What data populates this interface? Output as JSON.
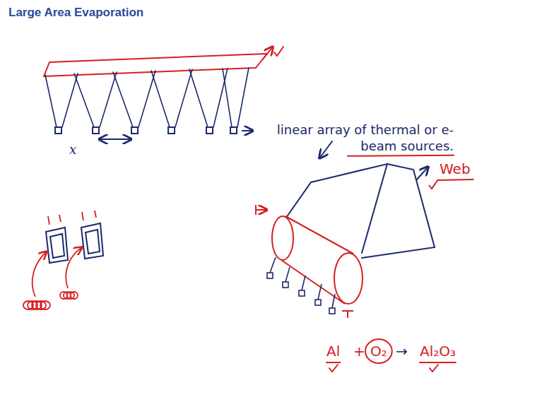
{
  "diagram": {
    "title": "Large Area Evaporation",
    "labels": [
      "linear array of thermal or e-beam sources.",
      "x",
      "Web",
      "Al",
      "+",
      "O₂",
      "→",
      "Al₂O₃"
    ]
  }
}
